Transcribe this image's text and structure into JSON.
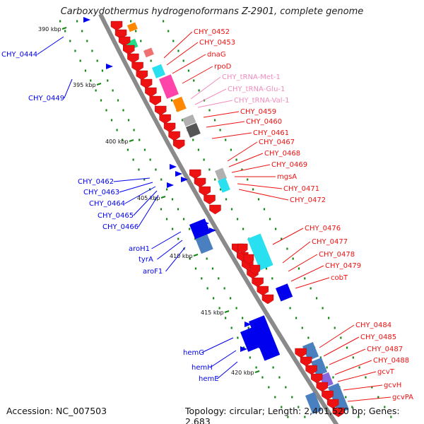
{
  "title": "Carboxydothermus hydrogenoformans Z-2901, complete genome",
  "accession": "Accession: NC_007503",
  "topology": "Topology: circular; Length: 2,401,520 bp; Genes: 2,683",
  "colors": {
    "backbone": "#8a8a8a",
    "forward": "#ee1111",
    "reverse": "#0000ee",
    "trna": "#f08cbe",
    "tick": "#118811",
    "cog_cyan": "#29e0f0",
    "cog_steel": "#4a80c0",
    "cog_orange": "#ff8800",
    "cog_green": "#22dd88",
    "cog_pink": "#ff44aa",
    "cog_salmon": "#f07070",
    "cog_grey": "#b0b0b0",
    "cog_dark": "#555555"
  },
  "scale_labels": [
    "390 kbp",
    "395 kbp",
    "400 kbp",
    "405 kbp",
    "410 kbp",
    "415 kbp",
    "420 kbp"
  ],
  "forward_genes": [
    "CHY_0452",
    "CHY_0453",
    "dnaG",
    "rpoD",
    "CHY_tRNA-Met-1",
    "CHY_tRNA-Glu-1",
    "CHY_tRNA-Val-1",
    "CHY_0459",
    "CHY_0460",
    "CHY_0461",
    "CHY_0467",
    "CHY_0468",
    "CHY_0469",
    "mgsA",
    "CHY_0471",
    "CHY_0472",
    "CHY_0476",
    "CHY_0477",
    "CHY_0478",
    "CHY_0479",
    "cobT",
    "CHY_0484",
    "CHY_0485",
    "CHY_0487",
    "CHY_0488",
    "gcvT",
    "gcvH",
    "gcvPA"
  ],
  "reverse_genes": [
    "CHY_0444",
    "CHY_0449",
    "CHY_0462",
    "CHY_0463",
    "CHY_0464",
    "CHY_0465",
    "CHY_0466",
    "aroH1",
    "tyrA",
    "aroF1",
    "hemG",
    "hemH",
    "hemE"
  ]
}
